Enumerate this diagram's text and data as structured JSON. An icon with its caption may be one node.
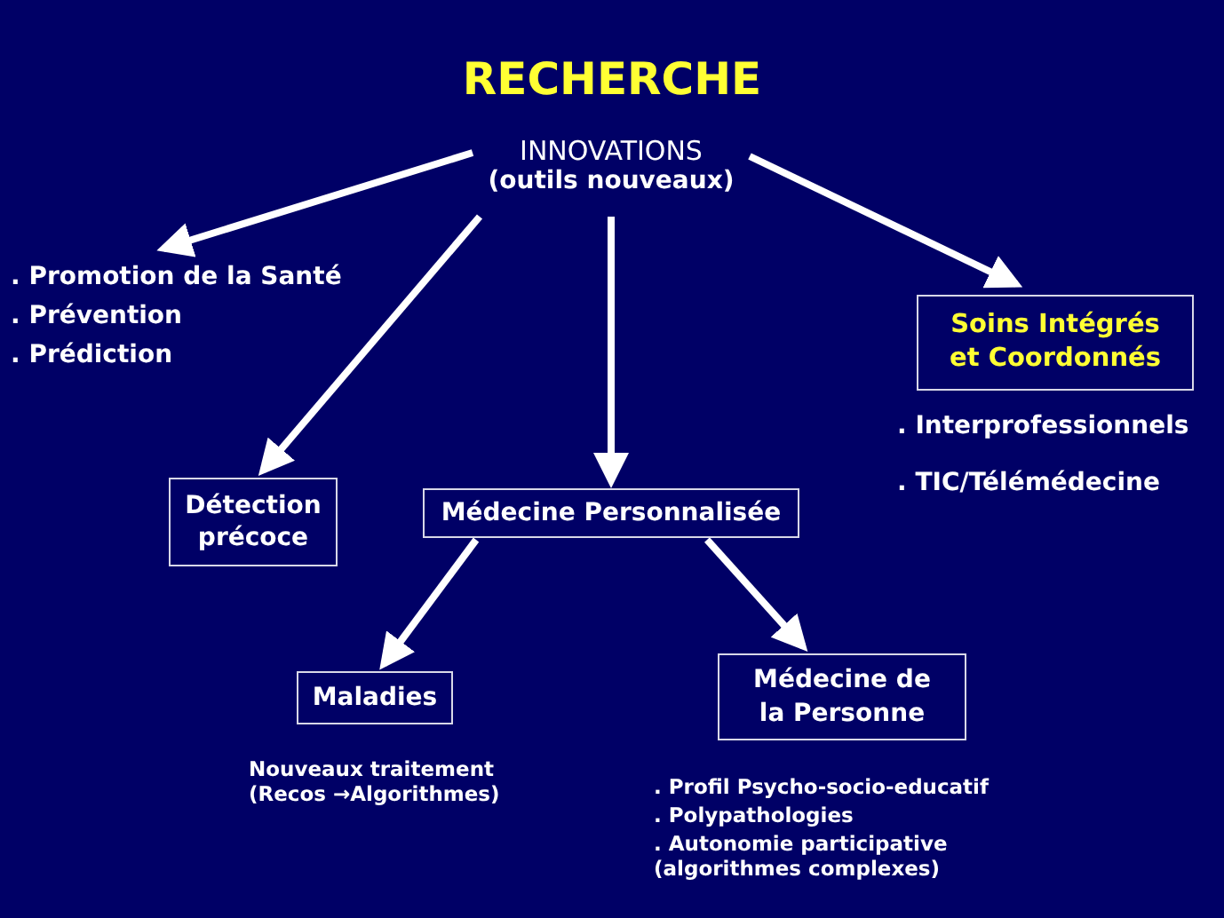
{
  "diagram": {
    "title": "RECHERCHE",
    "nodes": [
      {
        "text": [
          "INNOVATIONS",
          "(outils nouveaux)"
        ]
      },
      {
        "text": [
          ". Promotion de la Santé",
          ". Prévention",
          ". Prédiction"
        ]
      },
      {
        "text": [
          "Soins Intégrés et Coordonnés"
        ],
        "beside": [
          ". Interprofessionnels",
          ". TIC/Télémédecine"
        ]
      },
      {
        "text": [
          "Détection précoce"
        ]
      },
      {
        "text": [
          "Médecine Personnalisée"
        ]
      },
      {
        "text": [
          "Maladies"
        ],
        "beside": [
          "Nouveaux traitement (Recos →Algorithmes)"
        ]
      },
      {
        "text": [
          "Médecine de la Personne"
        ],
        "beside": [
          ". Profil Psycho-socio-educatif",
          ". Polypathologies",
          ". Autonomie participative (algorithmes complexes)"
        ]
      }
    ],
    "edges": [
      {
        "from": 0,
        "to": 1,
        "arrow": "to"
      },
      {
        "from": 0,
        "to": 3,
        "arrow": "to"
      },
      {
        "from": 0,
        "to": 4,
        "arrow": "to"
      },
      {
        "from": 0,
        "to": 2,
        "arrow": "to"
      },
      {
        "from": 4,
        "to": 5,
        "arrow": "to"
      },
      {
        "from": 4,
        "to": 6,
        "arrow": "to"
      }
    ]
  }
}
